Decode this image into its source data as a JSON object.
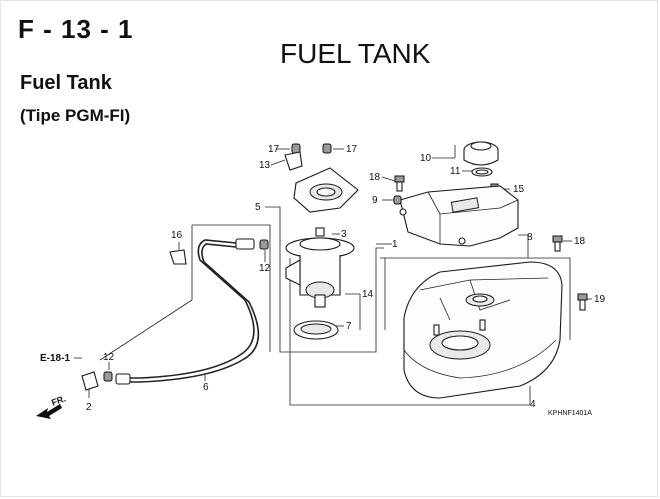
{
  "header": {
    "code": "F - 13 - 1",
    "title": "FUEL TANK",
    "subtitle": "Fuel Tank",
    "variant": "(Tipe PGM-FI)"
  },
  "callouts": {
    "c1": "1",
    "c2": "2",
    "c3": "3",
    "c4": "4",
    "c5": "5",
    "c6": "6",
    "c7": "7",
    "c8": "8",
    "c9": "9",
    "c10": "10",
    "c11": "11",
    "c12a": "12",
    "c12b": "12",
    "c13": "13",
    "c14": "14",
    "c15": "15",
    "c16": "16",
    "c17a": "17",
    "c17b": "17",
    "c18a": "18",
    "c18b": "18",
    "c19": "19"
  },
  "reference": "E-18-1",
  "direction": "FR.",
  "diagram_code": "KPHNF1401A",
  "colors": {
    "line": "#222222",
    "part_fill": "#fdfdfd",
    "shade": "#e9e9e9"
  }
}
